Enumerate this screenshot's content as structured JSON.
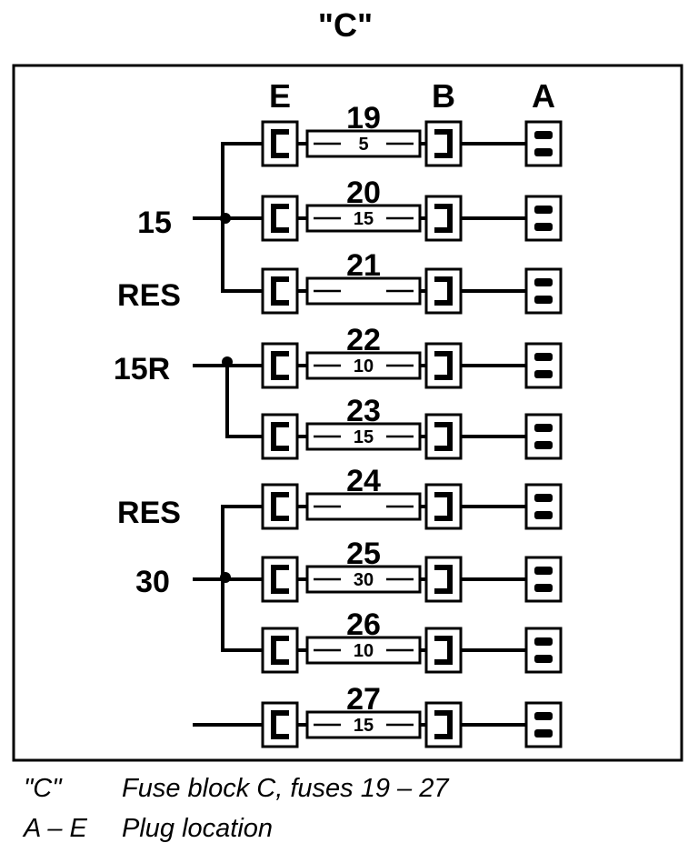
{
  "title": "\"C\"",
  "columns": {
    "e": "E",
    "b": "B",
    "a": "A"
  },
  "groups": [
    {
      "label": "15"
    },
    {
      "label": "RES"
    },
    {
      "label": "15R"
    },
    {
      "label": "RES"
    },
    {
      "label": "30"
    }
  ],
  "fuses": [
    {
      "number": "19",
      "rating": "5"
    },
    {
      "number": "20",
      "rating": "15"
    },
    {
      "number": "21",
      "rating": ""
    },
    {
      "number": "22",
      "rating": "10"
    },
    {
      "number": "23",
      "rating": "15"
    },
    {
      "number": "24",
      "rating": ""
    },
    {
      "number": "25",
      "rating": "30"
    },
    {
      "number": "26",
      "rating": "10"
    },
    {
      "number": "27",
      "rating": "15"
    }
  ],
  "legend": [
    {
      "key": "\"C\"",
      "text": "Fuse block C, fuses 19 – 27"
    },
    {
      "key": "A – E",
      "text": "Plug location"
    }
  ]
}
